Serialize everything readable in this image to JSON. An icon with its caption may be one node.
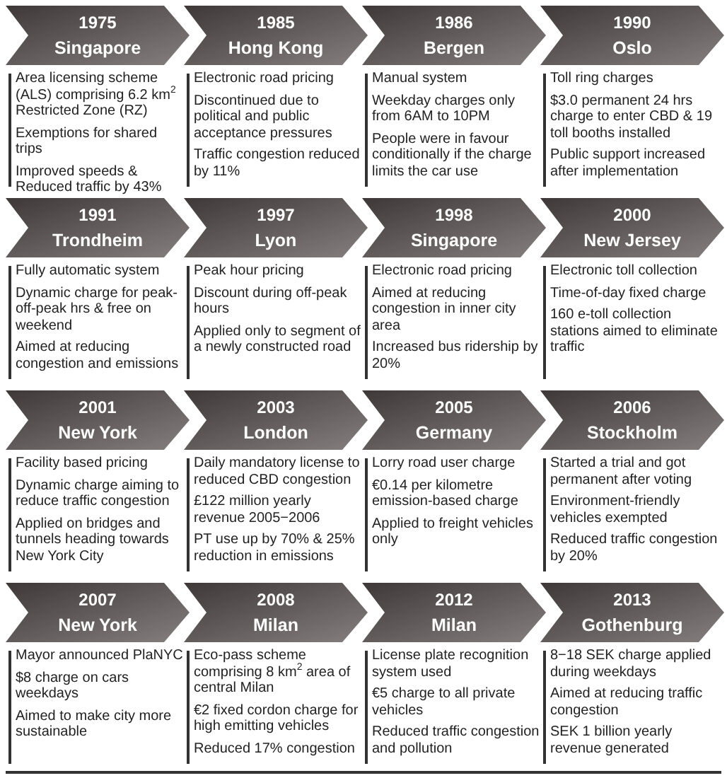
{
  "diagram": {
    "nodes": [
      {
        "text": [
          "1975",
          "Singapore"
        ],
        "beside": [
          "Area licensing scheme (ALS) comprising 6.2 km$^{2}$ Restricted Zone (RZ)",
          "Exemptions for shared trips",
          "Improved speeds & Reduced traffic by 43%"
        ]
      },
      {
        "text": [
          "1985",
          "Hong Kong"
        ],
        "beside": [
          "Electronic road pricing",
          "Discontinued due to political and public acceptance pressures",
          "Traffic congestion reduced by 11%"
        ]
      },
      {
        "text": [
          "1986",
          "Bergen"
        ],
        "beside": [
          "Manual system",
          "Weekday charges only from 6AM to 10PM",
          "People were in favour conditionally if the charge limits the car use"
        ]
      },
      {
        "text": [
          "1990",
          "Oslo"
        ],
        "beside": [
          "Toll ring charges",
          "$3.0 permanent 24 hrs charge to enter CBD & 19 toll booths installed",
          "Public support increased after implementation"
        ]
      },
      {
        "text": [
          "1991",
          "Trondheim"
        ],
        "beside": [
          "Fully automatic system",
          "Dynamic charge for peak-off-peak hrs & free on weekend",
          "Aimed at reducing congestion and emissions"
        ]
      },
      {
        "text": [
          "1997",
          "Lyon"
        ],
        "beside": [
          "Peak hour pricing",
          "Discount during off-peak hours",
          "Applied only to segment of a newly constructed road"
        ]
      },
      {
        "text": [
          "1998",
          "Singapore"
        ],
        "beside": [
          "Electronic road pricing",
          "Aimed at reducing congestion in inner city area",
          "Increased bus ridership by 20%"
        ]
      },
      {
        "text": [
          "2000",
          "New Jersey"
        ],
        "beside": [
          "Electronic toll collection",
          "Time-of-day fixed charge",
          "160 e-toll collection stations aimed to eliminate traffic"
        ]
      },
      {
        "text": [
          "2001",
          "New York"
        ],
        "beside": [
          "Facility based pricing",
          "Dynamic charge aiming to reduce traffic congestion",
          "Applied on bridges and tunnels heading towards New York City"
        ]
      },
      {
        "text": [
          "2003",
          "London"
        ],
        "beside": [
          "Daily mandatory license to reduced CBD congestion",
          "£122 million yearly revenue 2005−2006",
          "PT use up by 70% & 25% reduction in emissions"
        ]
      },
      {
        "text": [
          "2005",
          "Germany"
        ],
        "beside": [
          "Lorry road user charge",
          "€0.14 per kilometre emission-based charge",
          "Applied to freight vehicles only"
        ]
      },
      {
        "text": [
          "2006",
          "Stockholm"
        ],
        "beside": [
          "Started a trial and got permanent after voting",
          "Environment-friendly vehicles exempted",
          "Reduced traffic congestion by 20%"
        ]
      },
      {
        "text": [
          "2007",
          "New York"
        ],
        "beside": [
          "Mayor announced PlaNYC",
          "$8 charge on cars weekdays",
          "Aimed to make city more sustainable"
        ]
      },
      {
        "text": [
          "2008",
          "Milan"
        ],
        "beside": [
          "Eco-pass scheme comprising 8 km$^{2}$ area of central Milan",
          "€2 fixed cordon charge for high emitting vehicles",
          "Reduced 17% congestion"
        ]
      },
      {
        "text": [
          "2012",
          "Milan"
        ],
        "beside": [
          "License plate recognition system used",
          "€5 charge to all private vehicles",
          "Reduced traffic congestion and pollution"
        ]
      },
      {
        "text": [
          "2013",
          "Gothenburg"
        ],
        "beside": [
          "8−18 SEK charge applied during weekdays",
          "Aimed at reducing traffic congestion",
          "SEK 1 billion yearly revenue generated"
        ]
      }
    ]
  }
}
